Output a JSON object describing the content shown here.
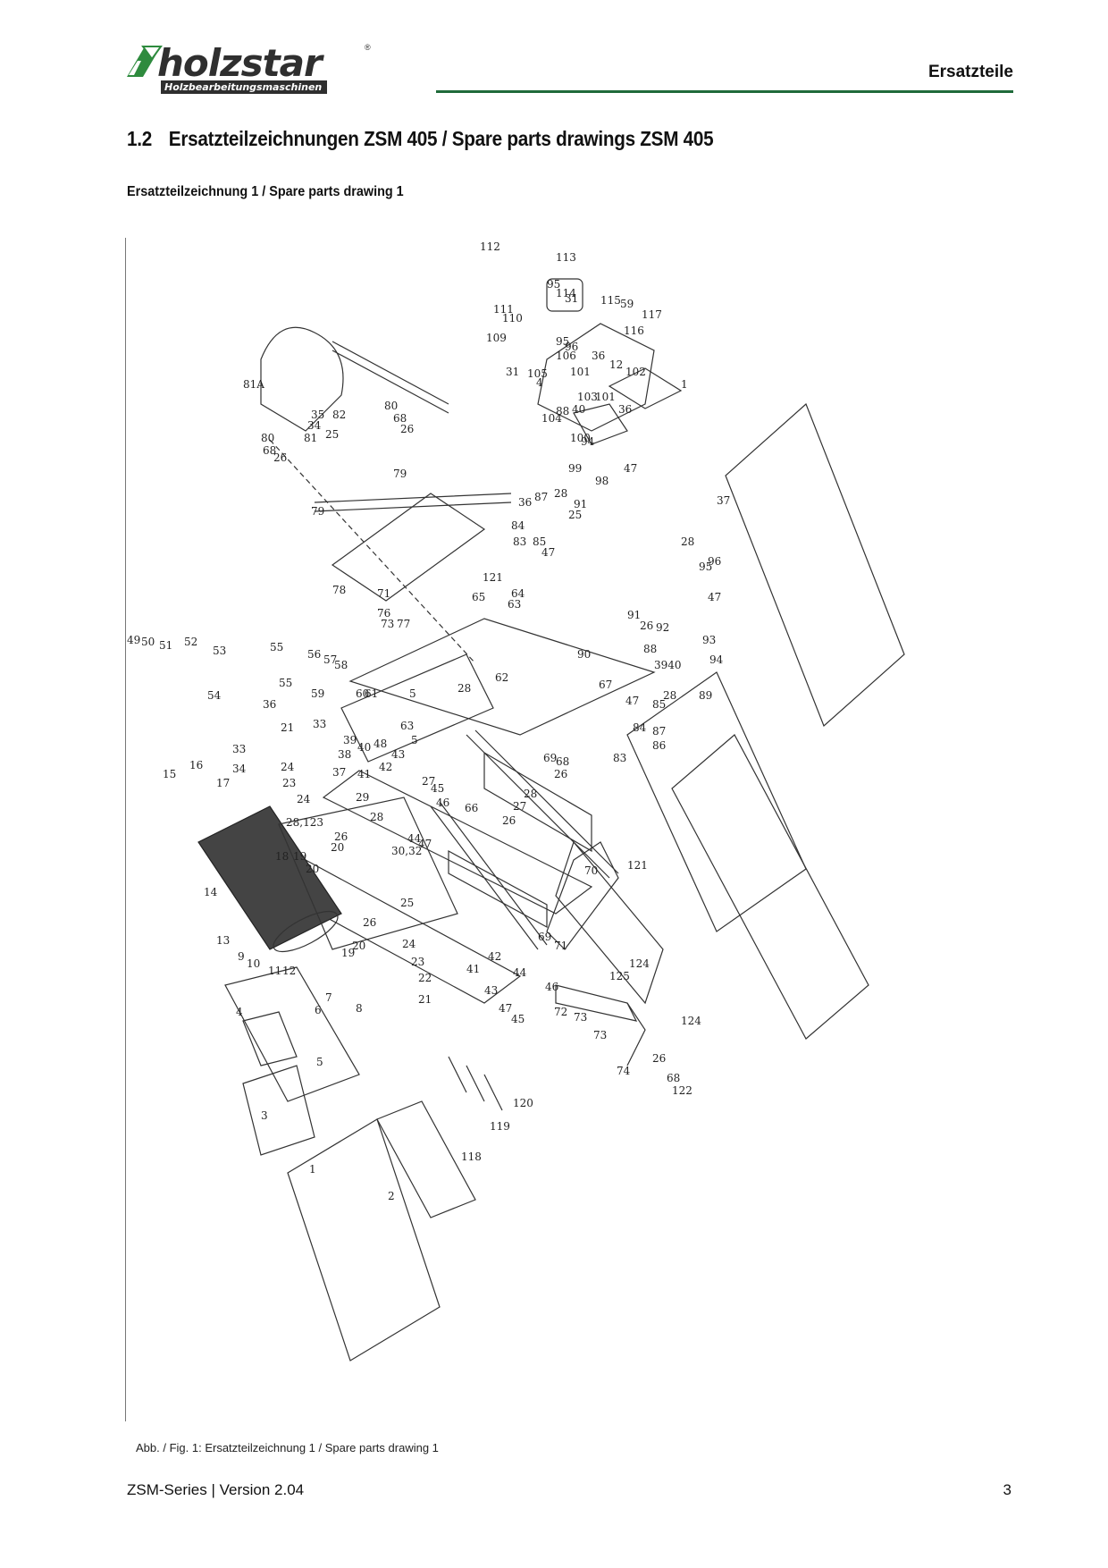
{
  "header": {
    "logo_text": "holzstar",
    "logo_subtitle": "Holzbearbeitungsmaschinen",
    "logo_registered": "®",
    "section": "Ersatzteile"
  },
  "title": {
    "number": "1.2",
    "text": "Ersatzteilzeichnungen ZSM 405 / Spare parts drawings ZSM 405"
  },
  "subtitle": "Ersatzteilzeichnung 1 / Spare parts drawing 1",
  "caption": "Abb. / Fig. 1: Ersatzteilzeichnung 1 / Spare parts drawing 1",
  "footer": {
    "left": "ZSM-Series | Version 2.04",
    "page": "3"
  },
  "colors": {
    "rule": "#1f6b3a",
    "logo_green": "#2e8b3e",
    "logo_dark": "#2f2f2f"
  },
  "drawing_labels": [
    "112",
    "113",
    "95",
    "114",
    "31",
    "115",
    "59",
    "117",
    "111",
    "110",
    "109",
    "116",
    "95",
    "96",
    "106",
    "36",
    "101",
    "12",
    "102",
    "31",
    "105",
    "4",
    "104",
    "88",
    "40",
    "103",
    "101",
    "36",
    "100",
    "94",
    "99",
    "98",
    "47",
    "1",
    "37",
    "81A",
    "35",
    "80",
    "68",
    "26",
    "82",
    "34",
    "81",
    "25",
    "80",
    "68",
    "26",
    "79",
    "79",
    "78",
    "71",
    "76",
    "73",
    "77",
    "121",
    "65",
    "64",
    "63",
    "36",
    "87",
    "28",
    "91",
    "84",
    "83",
    "85",
    "47",
    "25",
    "28",
    "95",
    "96",
    "47",
    "91",
    "26",
    "92",
    "93",
    "94",
    "88",
    "3940",
    "89",
    "90",
    "67",
    "47",
    "85",
    "28",
    "87",
    "84",
    "86",
    "83",
    "49",
    "50",
    "51",
    "52",
    "53",
    "54",
    "55",
    "55",
    "56",
    "57",
    "58",
    "59",
    "60",
    "61",
    "5",
    "28",
    "62",
    "63",
    "5",
    "36",
    "21",
    "33",
    "34",
    "33",
    "24",
    "23",
    "24",
    "39",
    "40",
    "38",
    "37",
    "41",
    "42",
    "43",
    "27",
    "45",
    "46",
    "44",
    "47",
    "48",
    "29",
    "28",
    "123",
    "26",
    "20",
    "30,32",
    "26",
    "27",
    "28",
    "66",
    "69",
    "68",
    "26",
    "70",
    "121",
    "16",
    "17",
    "15",
    "14",
    "18",
    "19",
    "20",
    "13",
    "9",
    "10",
    "11",
    "12",
    "19",
    "20",
    "26",
    "25",
    "24",
    "23",
    "22",
    "21",
    "43",
    "44",
    "42",
    "41",
    "47",
    "45",
    "46",
    "72",
    "73",
    "71",
    "69",
    "124",
    "125",
    "73",
    "124",
    "74",
    "26",
    "68",
    "122",
    "4",
    "6",
    "7",
    "8",
    "5",
    "3",
    "2",
    "1",
    "118",
    "119",
    "120"
  ]
}
